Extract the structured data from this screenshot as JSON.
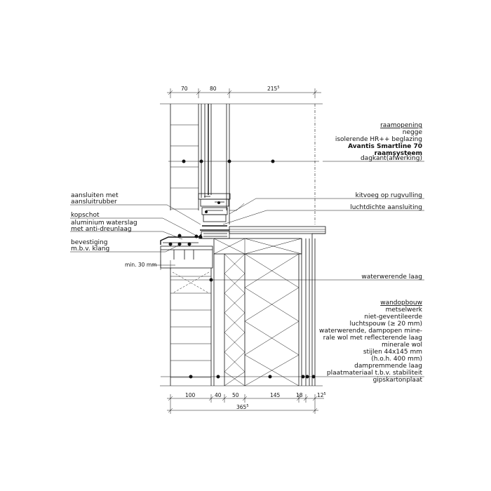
{
  "dimensions_top": {
    "d1": "70",
    "d2": "80",
    "d3": "215",
    "d3_sup": "5"
  },
  "dimensions_bottom": {
    "d1": "100",
    "d2": "40",
    "d3": "50",
    "d4": "145",
    "d5": "18",
    "d6": "12",
    "d6_sup": "5",
    "total": "365",
    "total_sup": "5"
  },
  "min_label": "min. 30 mm",
  "labels_right_top": [
    {
      "text": "raamopening",
      "underline": true
    },
    {
      "text": "negge"
    },
    {
      "text": "isolerende HR++ beglazing"
    },
    {
      "text": "Avantis Smartline 70",
      "bold": true
    },
    {
      "text": "raamsysteem",
      "bold": true
    },
    {
      "text": "dagkant(afwerking)"
    }
  ],
  "label_kitvoeg": "kitvoeg op rugvulling",
  "label_luchtdicht": "luchtdichte aansluiting",
  "label_waterwerend": "waterwerende laag",
  "labels_right_bottom": [
    {
      "text": "wandopbouw",
      "underline": true
    },
    {
      "text": "metselwerk"
    },
    {
      "text": "niet-geventileerde"
    },
    {
      "text": "luchtspouw (≥ 20 mm)"
    },
    {
      "text": "waterwerende, dampopen mine-"
    },
    {
      "text": "rale wol met reflecterende laag"
    },
    {
      "text": "minerale wol"
    },
    {
      "text": "stijlen 44x145 mm"
    },
    {
      "text": "(h.o.h. 400 mm)"
    },
    {
      "text": "dampremmende laag"
    },
    {
      "text": "plaatmateriaal t.b.v. stabiliteit"
    },
    {
      "text": "gipskartonplaat"
    }
  ],
  "labels_left": {
    "aansluiten_1": "aansluiten met",
    "aansluiten_2": "aansluitrubber",
    "kopschot": "kopschot",
    "waterslag_1": "aluminium waterslag",
    "waterslag_2": "met anti-dreunlaag",
    "bevestiging_1": "bevestiging",
    "bevestiging_2": "m.b.v. klang"
  }
}
